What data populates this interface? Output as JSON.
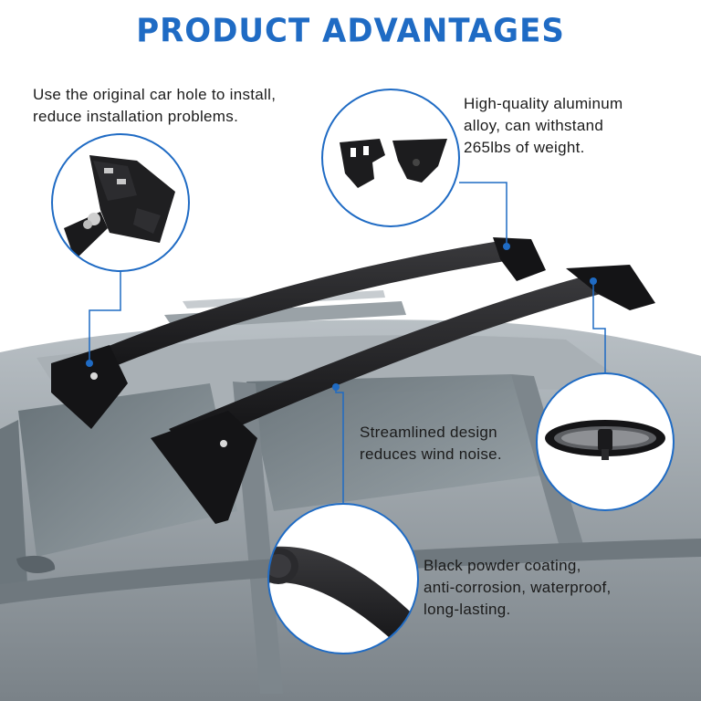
{
  "header": {
    "title": "PRODUCT ADVANTAGES"
  },
  "colors": {
    "accent": "#1f6bc4",
    "bar": "#1c1c1e",
    "car": "#8e969c",
    "text": "#1b1b1b"
  },
  "features": {
    "install": {
      "lines": [
        "Use the original car hole to install,",
        "reduce installation problems."
      ]
    },
    "aluminum": {
      "lines": [
        "High-quality aluminum",
        "alloy, can withstand",
        "265lbs of weight."
      ]
    },
    "streamlined": {
      "lines": [
        "Streamlined design",
        "reduces wind noise."
      ]
    },
    "coating": {
      "lines": [
        "Black powder coating,",
        "anti-corrosion, waterproof,",
        "long-lasting."
      ]
    }
  }
}
